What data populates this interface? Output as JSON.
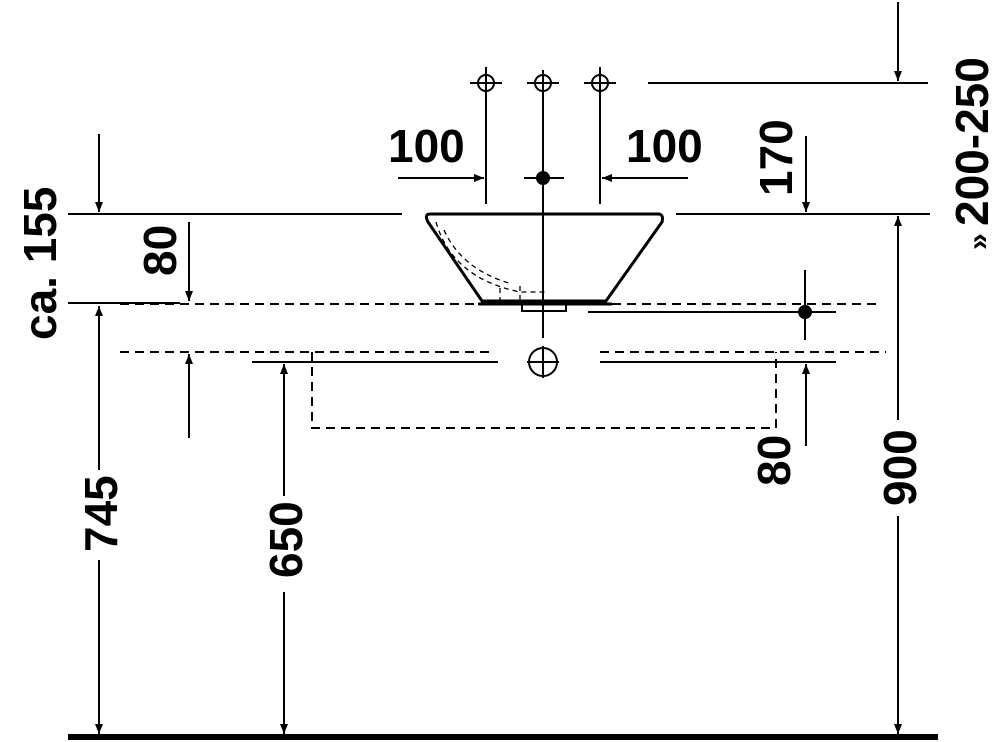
{
  "dimensions": {
    "tap_spacing_left": "100",
    "tap_spacing_right": "100",
    "height_above_counter_top": "170",
    "mirror_range": "200-250",
    "mirror_range_marker": "»",
    "bowl_height": "ca. 155",
    "bowl_to_counter": "80",
    "counter_drop": "80",
    "drain_height": "745",
    "counter_underside_height": "650",
    "mounting_height": "900"
  },
  "icons": {
    "tap_hole": "crosshair-circle-icon",
    "drain": "drain-circle-icon",
    "overflow_point": "filled-dot-icon"
  }
}
